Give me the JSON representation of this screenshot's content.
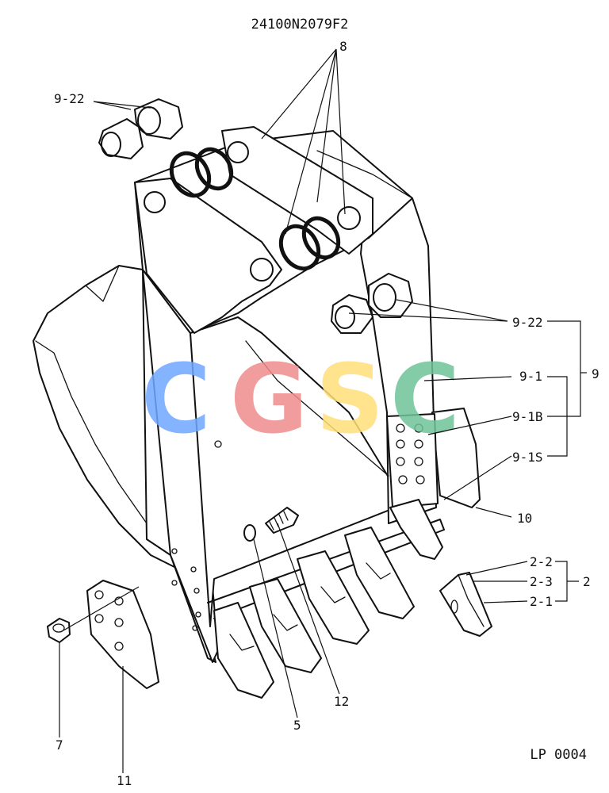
{
  "title": "24100N2079F2",
  "footer_code": "LP 0004",
  "watermark": {
    "letters": [
      "C",
      "G",
      "S",
      "C"
    ],
    "colors": [
      "#6fa8ff",
      "#f08c8c",
      "#ffe07a",
      "#6fc49a"
    ]
  },
  "callouts": {
    "c8": "8",
    "c9_22_top": "9-22",
    "c9_22_right": "9-22",
    "c9_1": "9-1",
    "c9": "9",
    "c9_1b": "9-1B",
    "c9_1s": "9-1S",
    "c10": "10",
    "c2_2": "2-2",
    "c2_3": "2-3",
    "c2": "2",
    "c2_1": "2-1",
    "c7": "7",
    "c11": "11",
    "c5": "5",
    "c12": "12"
  }
}
